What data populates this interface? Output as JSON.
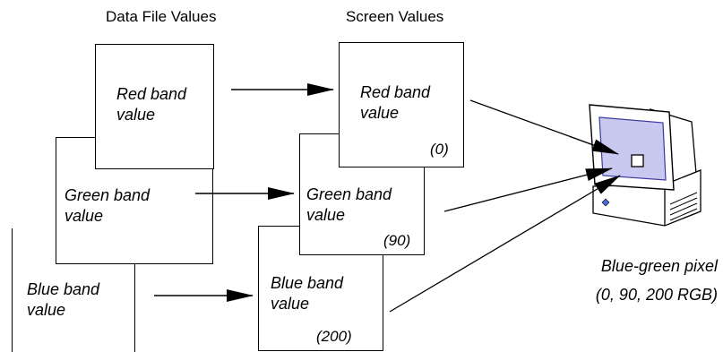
{
  "headers": {
    "data_file": "Data File Values",
    "screen": "Screen Values"
  },
  "data_file_bands": {
    "red": [
      "Red band",
      "value"
    ],
    "green": [
      "Green band",
      "value"
    ],
    "blue": [
      "Blue band",
      "value"
    ]
  },
  "screen_bands": {
    "red": [
      "Red band",
      "value"
    ],
    "green": [
      "Green band",
      "value"
    ],
    "blue": [
      "Blue band",
      "value"
    ]
  },
  "screen_values": {
    "red": "(0)",
    "green": "(90)",
    "blue": "(200)"
  },
  "pixel_caption": {
    "line1": "Blue-green pixel",
    "line2": "(0, 90, 200 RGB)"
  },
  "colors": {
    "monitor_screen": "#c8c8f0",
    "monitor_screen_border": "#3a3aa0",
    "monitor_body": "#ffffff",
    "power_led": "#4a6ad8"
  }
}
